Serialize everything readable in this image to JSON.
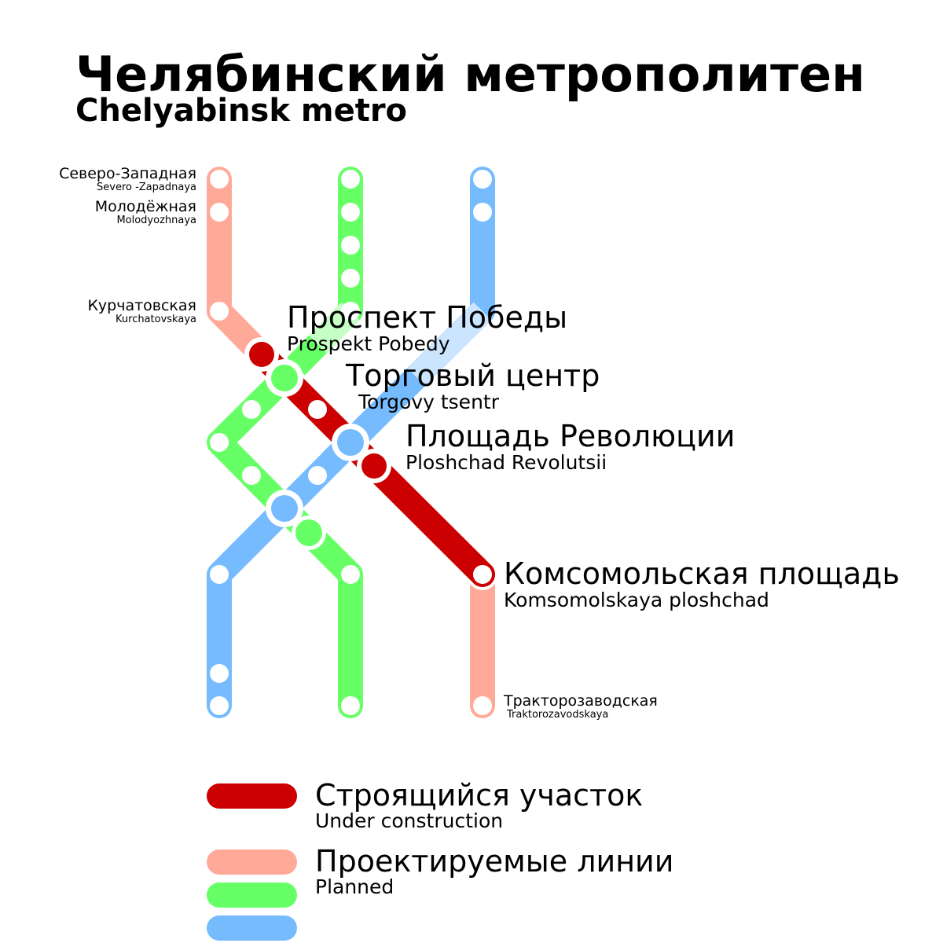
{
  "header": {
    "title_ru": "Челябинский метрополитен",
    "title_en": "Chelyabinsk metro"
  },
  "colors": {
    "under_construction": "#cc0000",
    "planned_salmon": "#ffaa99",
    "planned_green": "#66ff66",
    "planned_blue": "#77bbff",
    "station_fill": "#ffffff"
  },
  "stations": [
    {
      "id": "severo-zapadnaya",
      "ru": "Северо-Западная",
      "en": "Severo -Zapadnaya"
    },
    {
      "id": "molodyozhnaya",
      "ru": "Молодёжная",
      "en": "Molodyozhnaya"
    },
    {
      "id": "kurchatovskaya",
      "ru": "Курчатовская",
      "en": "Kurchatovskaya"
    },
    {
      "id": "prospekt-pobedy",
      "ru": "Проспект Победы",
      "en": "Prospekt Pobedy"
    },
    {
      "id": "torgovy-tsentr",
      "ru": "Торговый центр",
      "en": "Torgovy tsentr"
    },
    {
      "id": "ploshchad-revolutsii",
      "ru": "Площадь Революции",
      "en": "Ploshchad Revolutsii"
    },
    {
      "id": "komsomolskaya-ploshchad",
      "ru": "Комсомольская площадь",
      "en": "Komsomolskaya ploshchad"
    },
    {
      "id": "traktorozavodskaya",
      "ru": "Тракторозаводская",
      "en": "Traktorozavodskaya"
    }
  ],
  "legend": {
    "items": [
      {
        "ru": "Строящийся участок",
        "en": "Under construction",
        "colors": [
          "#cc0000"
        ]
      },
      {
        "ru": "Проектируемые линии",
        "en": "Planned",
        "colors": [
          "#ffaa99",
          "#66ff66",
          "#77bbff"
        ]
      }
    ]
  }
}
